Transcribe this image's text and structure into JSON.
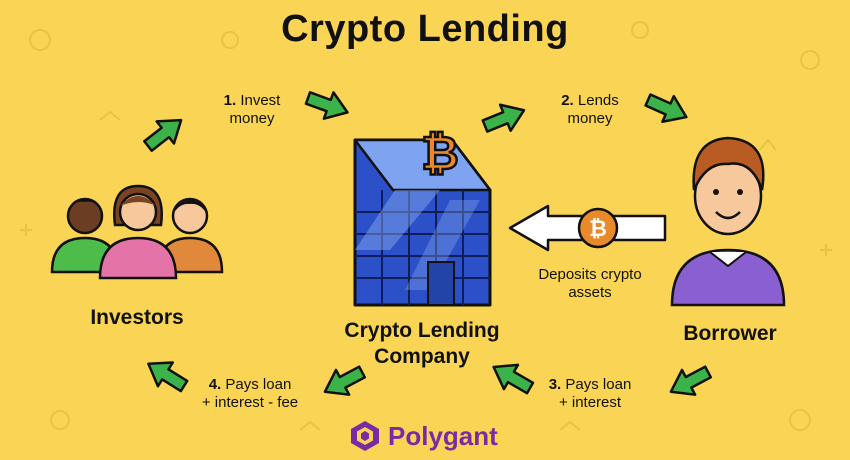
{
  "title": "Crypto Lending",
  "nodes": {
    "investors": "Investors",
    "company_line1": "Crypto Lending",
    "company_line2": "Company",
    "borrower": "Borrower"
  },
  "steps": {
    "s1_num": "1.",
    "s1_line1": "Invest",
    "s1_line2": "money",
    "s2_num": "2.",
    "s2_line1": "Lends",
    "s2_line2": "money",
    "deposit_line1": "Deposits crypto",
    "deposit_line2": "assets",
    "s3_num": "3.",
    "s3_line1": "Pays loan",
    "s3_line2": "+ interest",
    "s4_num": "4.",
    "s4_line1": "Pays loan",
    "s4_line2": "+ interest - fee"
  },
  "brand": "Polygant",
  "icons": [
    "bitcoin-icon",
    "building-icon",
    "investors-icon",
    "borrower-icon",
    "arrow-icon",
    "polygant-logo-icon"
  ],
  "colors": {
    "background": "#fad454",
    "arrow_green": "#3cb34a",
    "building_blue": "#2b50c8",
    "bitcoin_orange": "#e8892a",
    "brand_purple": "#7b2aa6"
  }
}
